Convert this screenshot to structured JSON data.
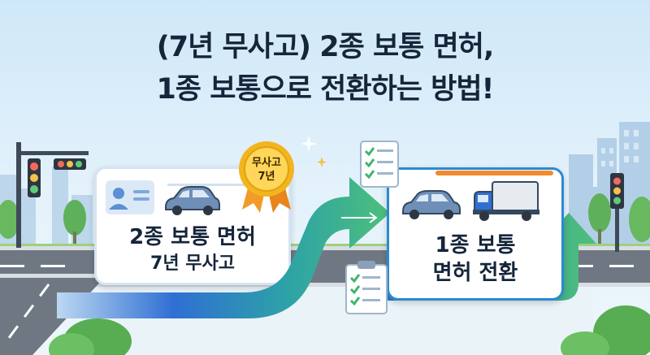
{
  "title": {
    "line1": "(7년 무사고) 2종 보통 면허,",
    "line2": "1종 보통으로 전환하는 방법!"
  },
  "left_card": {
    "line1": "2종 보통 면허",
    "line2": "7년 무사고"
  },
  "medal": {
    "line1": "무사고",
    "line2": "7년"
  },
  "right_card": {
    "line1": "1종 보통",
    "line2": "면허 전환"
  },
  "icons": [
    "traffic-light-icon",
    "id-card-icon",
    "sedan-icon",
    "medal-icon",
    "clipboard-checklist-icon",
    "truck-icon",
    "sparkle-icon",
    "tree-icon"
  ],
  "colors": {
    "sky": "#cfe8f8",
    "title_text": "#15253a",
    "arrow_blue": "#2f6fd3",
    "arrow_green": "#4cc07a",
    "card_accent_orange": "#f28a2e",
    "medal_gold": "#f2b51f",
    "ribbon_orange": "#f29a2a"
  }
}
